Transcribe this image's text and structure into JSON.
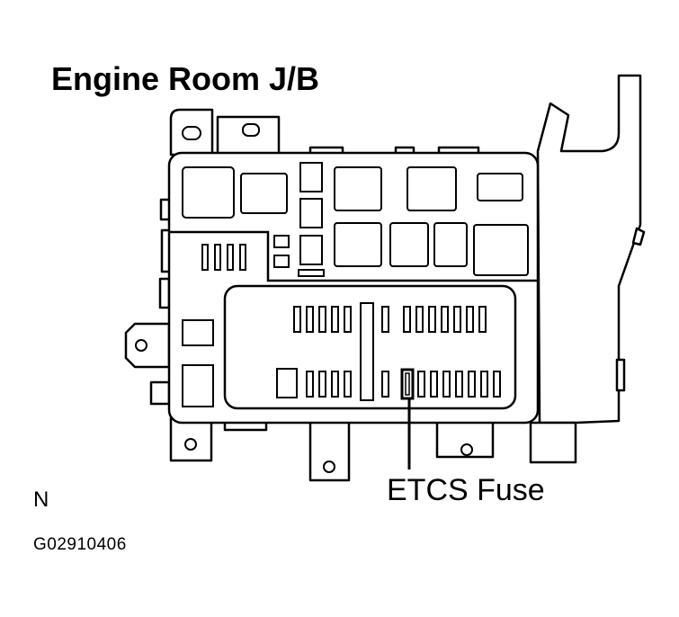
{
  "title": "Engine Room J/B",
  "callout": {
    "label": "ETCS Fuse"
  },
  "orientation_mark": "N",
  "figure_id": "G02910406",
  "colors": {
    "line": "#000000",
    "background": "#ffffff"
  }
}
